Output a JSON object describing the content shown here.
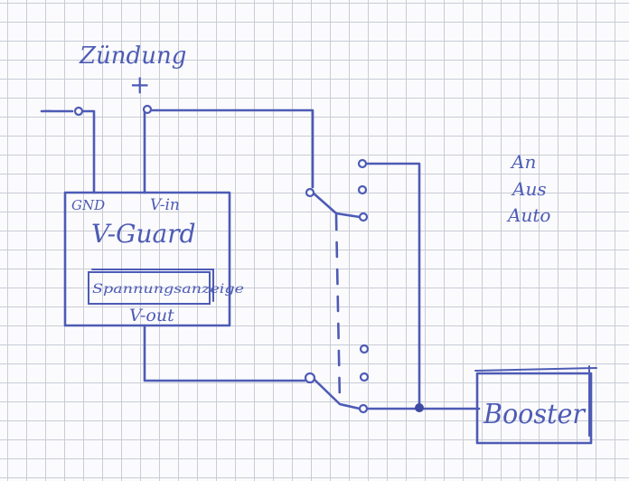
{
  "labels": {
    "ignition": "Zündung",
    "plus": "+",
    "minus": "-",
    "gnd": "GND",
    "v_in": "V-in",
    "module": "V-Guard",
    "display": "Spannungsanzeige",
    "v_out": "V-out",
    "switch_on": "An",
    "switch_off": "Aus",
    "switch_auto": "Auto",
    "booster": "Booster"
  },
  "colors": {
    "ink": "#4d5bb5",
    "paper": "#fbfbfd",
    "grid": "#c9ccd6"
  }
}
